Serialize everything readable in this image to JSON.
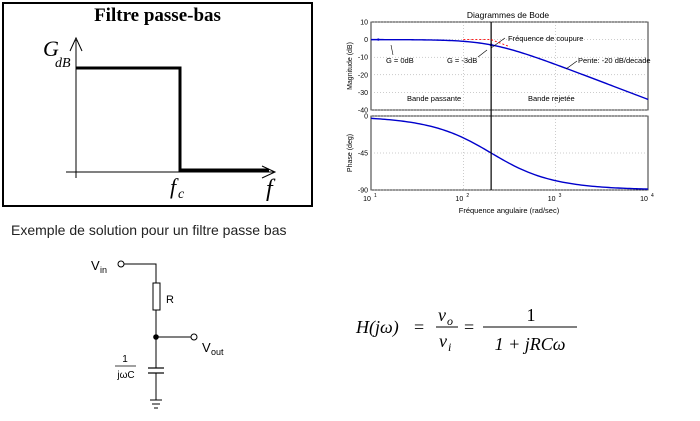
{
  "ideal_filter": {
    "title": "Filtre passe-bas",
    "y_label_main": "G",
    "y_label_sub": "dB",
    "fc_main": "f",
    "fc_sub": "c",
    "x_label": "f"
  },
  "bode": {
    "title": "Diagrammes de Bode",
    "mag_ylabel": "Magnitude (dB)",
    "phase_ylabel": "Phase (deg)",
    "xlabel": "Fréquence angulaire  (rad/sec)",
    "annotations": {
      "cutoff": "Fréquence de coupure",
      "g0": "G = 0dB",
      "g3": "G = -3dB",
      "slope": "Pente: -20 dB/decade",
      "passband": "Bande passante",
      "stopband": "Bande rejetée"
    },
    "mag_ticks": [
      "10",
      "0",
      "-10",
      "-20",
      "-30",
      "-40"
    ],
    "phase_ticks": [
      "0",
      "-45",
      "-90"
    ],
    "x_ticks": [
      {
        "base": "10",
        "exp": "1"
      },
      {
        "base": "10",
        "exp": "2"
      },
      {
        "base": "10",
        "exp": "3"
      },
      {
        "base": "10",
        "exp": "4"
      }
    ],
    "colors": {
      "curve": "#0000cc",
      "asymptote": "#ff0000",
      "cutoff_line": "#000000"
    }
  },
  "chart_data": [
    {
      "type": "line",
      "title": "Filtre passe-bas",
      "xlabel": "f",
      "ylabel": "GdB",
      "series": [
        {
          "x": [
            "0",
            "fc",
            "fc",
            "f"
          ],
          "values": [
            1,
            1,
            0,
            0
          ]
        }
      ]
    },
    {
      "type": "line",
      "title": "Diagrammes de Bode",
      "xlabel": "Fréquence angulaire  (rad/sec)",
      "ylabel": "Magnitude (dB)",
      "xscale": "log",
      "xlim": [
        10,
        10000
      ],
      "ylim": [
        -40,
        10
      ],
      "wc": 200,
      "series": [
        {
          "x": [
            10,
            20,
            50,
            100,
            150,
            200,
            300,
            500,
            1000,
            2000,
            5000,
            10000
          ],
          "values": [
            -0.01,
            -0.04,
            -0.26,
            -0.97,
            -1.94,
            -3.01,
            -5.12,
            -8.6,
            -14.15,
            -20.04,
            -27.97,
            -33.98
          ]
        }
      ]
    },
    {
      "type": "line",
      "ylabel": "Phase (deg)",
      "xscale": "log",
      "xlim": [
        10,
        10000
      ],
      "ylim": [
        -90,
        0
      ],
      "series": [
        {
          "x": [
            10,
            20,
            50,
            100,
            150,
            200,
            300,
            500,
            1000,
            2000,
            5000,
            10000
          ],
          "values": [
            -2.9,
            -5.7,
            -14.0,
            -26.6,
            -36.9,
            -45.0,
            -56.3,
            -68.2,
            -78.7,
            -84.3,
            -87.7,
            -88.9
          ]
        }
      ]
    }
  ],
  "caption": "Exemple de solution pour un filtre passe bas",
  "circuit": {
    "vin_main": "V",
    "vin_sub": "in",
    "r_label": "R",
    "c_num": "1",
    "c_den": "jωC",
    "vout_main": "V",
    "vout_sub": "out"
  },
  "transfer": {
    "lhs": "H(jω)",
    "eq": "=",
    "num1": "v",
    "num1_sub": "o",
    "den1": "v",
    "den1_sub": "i",
    "num2": "1",
    "den2": "1 + jRCω"
  }
}
